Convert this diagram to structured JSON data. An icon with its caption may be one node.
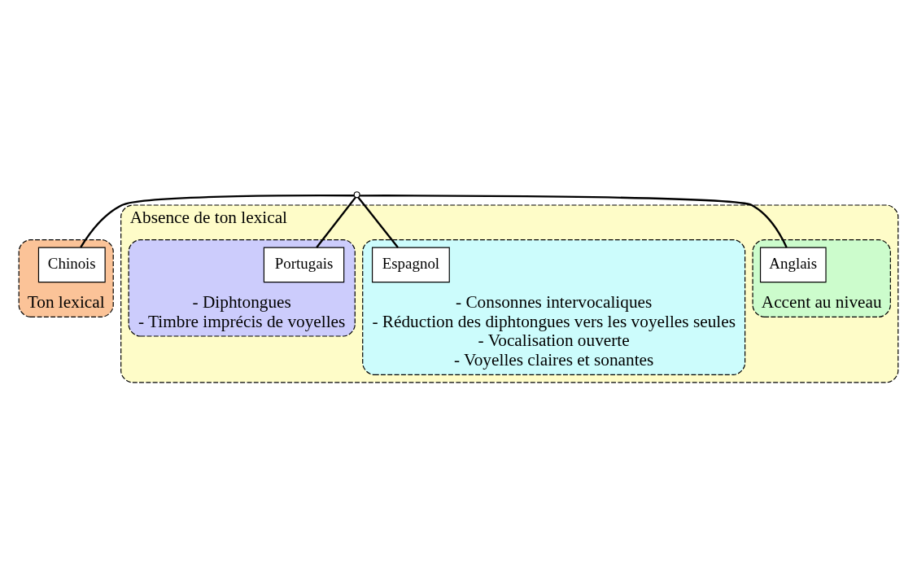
{
  "diagram": {
    "nodes": [
      {
        "text": [
          "Ton lexical"
        ]
      },
      {
        "text": [
          "Chinois"
        ],
        "in": 0
      },
      {
        "text": [
          "Absence de ton lexical"
        ]
      },
      {
        "text": [
          "Accent au niveau"
        ],
        "in": 2
      },
      {
        "text": [
          "Anglais"
        ],
        "in": 3
      },
      {
        "text": [
          "- Consonnes intervocaliques",
          "- Réduction des diphtongues vers les voyelles seules",
          "- Vocalisation ouverte",
          "- Voyelles claires et sonantes"
        ],
        "in": 2
      },
      {
        "text": [
          "Espagnol"
        ],
        "in": 5
      },
      {
        "text": [
          "- Diphtongues",
          "- Timbre imprécis de voyelles"
        ],
        "in": 2
      },
      {
        "text": [
          "Portugais"
        ],
        "in": 7
      },
      {
        "text": [],
        "shape": "point"
      }
    ],
    "edges": [
      {
        "from": 9,
        "to": 1,
        "arrow": "none"
      },
      {
        "from": 9,
        "to": 4,
        "arrow": "none"
      },
      {
        "from": 9,
        "to": 6,
        "arrow": "none"
      },
      {
        "from": 9,
        "to": 8,
        "arrow": "none"
      }
    ]
  }
}
